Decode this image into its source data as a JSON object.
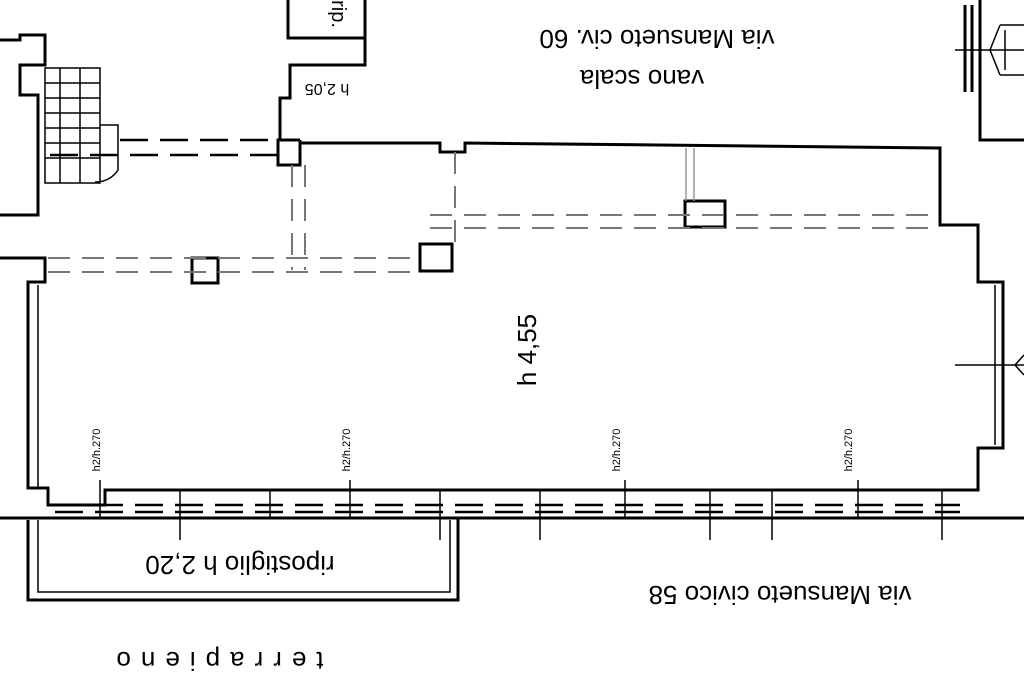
{
  "plan": {
    "labels": {
      "via_civ60": "via Mansueto civ. 60",
      "vano_scala": "vano scala",
      "h_ripostiglio_top": "h 2,05",
      "rip": "rip.",
      "h_main": "h 4,55",
      "ripostiglio": "ripostiglio h 2,20",
      "via_civico58": "via Mansueto civico 58",
      "terrapieno": "terrapieno",
      "window_h_1": "h2/h.270",
      "window_h_2": "h2/h.270",
      "window_h_3": "h2/h.270",
      "window_h_4": "h2/h.270"
    },
    "rotation_deg": 180
  }
}
